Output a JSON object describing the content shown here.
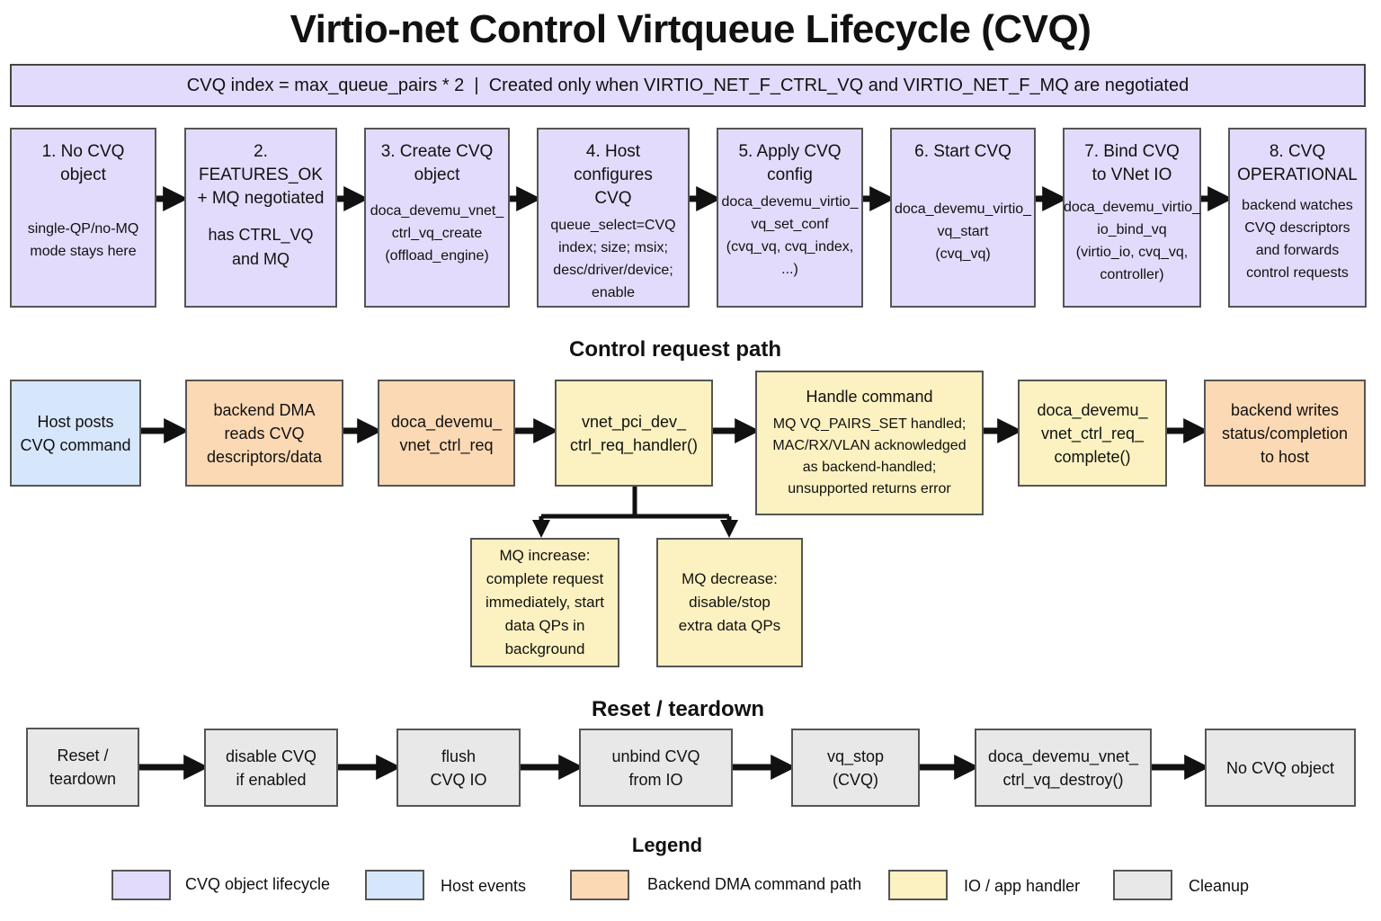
{
  "title": "Virtio-net Control Virtqueue Lifecycle (CVQ)",
  "banner": "CVQ index = max_queue_pairs * 2  |  Created only when VIRTIO_NET_F_CTRL_VQ and VIRTIO_NET_F_MQ are negotiated",
  "colors": {
    "lifecycle": "#e3dbfb",
    "host": "#d6e6fb",
    "dma": "#fbd9b4",
    "io": "#fcf1c0",
    "cleanup": "#e8e8e8"
  },
  "lifecycle_steps": [
    {
      "head": "1. No CVQ object",
      "body": "single-QP/no-MQ\nmode stays here"
    },
    {
      "head": "2. FEATURES_OK\n+ MQ negotiated",
      "body": "has CTRL_VQ\nand MQ"
    },
    {
      "head": "3. Create CVQ\nobject",
      "body": "doca_devemu_vnet_\nctrl_vq_create\n(offload_engine)"
    },
    {
      "head": "4. Host configures\nCVQ",
      "body": "queue_select=CVQ\nindex; size; msix;\ndesc/driver/device;\nenable"
    },
    {
      "head": "5. Apply CVQ\nconfig",
      "body": "doca_devemu_virtio_\nvq_set_conf\n(cvq_vq, cvq_index,\n...)"
    },
    {
      "head": "6. Start CVQ",
      "body": "doca_devemu_virtio_\nvq_start\n(cvq_vq)"
    },
    {
      "head": "7. Bind CVQ\nto VNet IO",
      "body": "doca_devemu_virtio_\nio_bind_vq\n(virtio_io, cvq_vq,\ncontroller)"
    },
    {
      "head": "8. CVQ\nOPERATIONAL",
      "body": "backend watches\nCVQ descriptors\nand forwards\ncontrol requests"
    }
  ],
  "control_path": {
    "title": "Control request path",
    "nodes": [
      {
        "text": "Host posts\nCVQ command"
      },
      {
        "text": "backend DMA\nreads CVQ\ndescriptors/data"
      },
      {
        "text": "doca_devemu_\nvnet_ctrl_req"
      },
      {
        "text": "vnet_pci_dev_\nctrl_req_handler()"
      },
      {
        "head": "Handle command",
        "text": "MQ VQ_PAIRS_SET handled;\nMAC/RX/VLAN acknowledged\nas backend-handled;\nunsupported returns error"
      },
      {
        "text": "doca_devemu_\nvnet_ctrl_req_\ncomplete()"
      },
      {
        "text": "backend writes\nstatus/completion\nto host"
      }
    ],
    "branches": [
      {
        "text": "MQ increase:\ncomplete request\nimmediately, start\ndata QPs in\nbackground"
      },
      {
        "text": "MQ decrease:\ndisable/stop\nextra data QPs"
      }
    ]
  },
  "teardown": {
    "title": "Reset / teardown",
    "nodes": [
      {
        "text": "Reset /\nteardown"
      },
      {
        "text": "disable CVQ\nif enabled"
      },
      {
        "text": "flush\nCVQ IO"
      },
      {
        "text": "unbind CVQ\nfrom IO"
      },
      {
        "text": "vq_stop\n(CVQ)"
      },
      {
        "text": "doca_devemu_vnet_\nctrl_vq_destroy()"
      },
      {
        "text": "No CVQ object"
      }
    ]
  },
  "legend": {
    "title": "Legend",
    "items": [
      {
        "label": "CVQ object lifecycle"
      },
      {
        "label": "Host events"
      },
      {
        "label": "Backend DMA command path"
      },
      {
        "label": "IO / app handler"
      },
      {
        "label": "Cleanup"
      }
    ]
  }
}
